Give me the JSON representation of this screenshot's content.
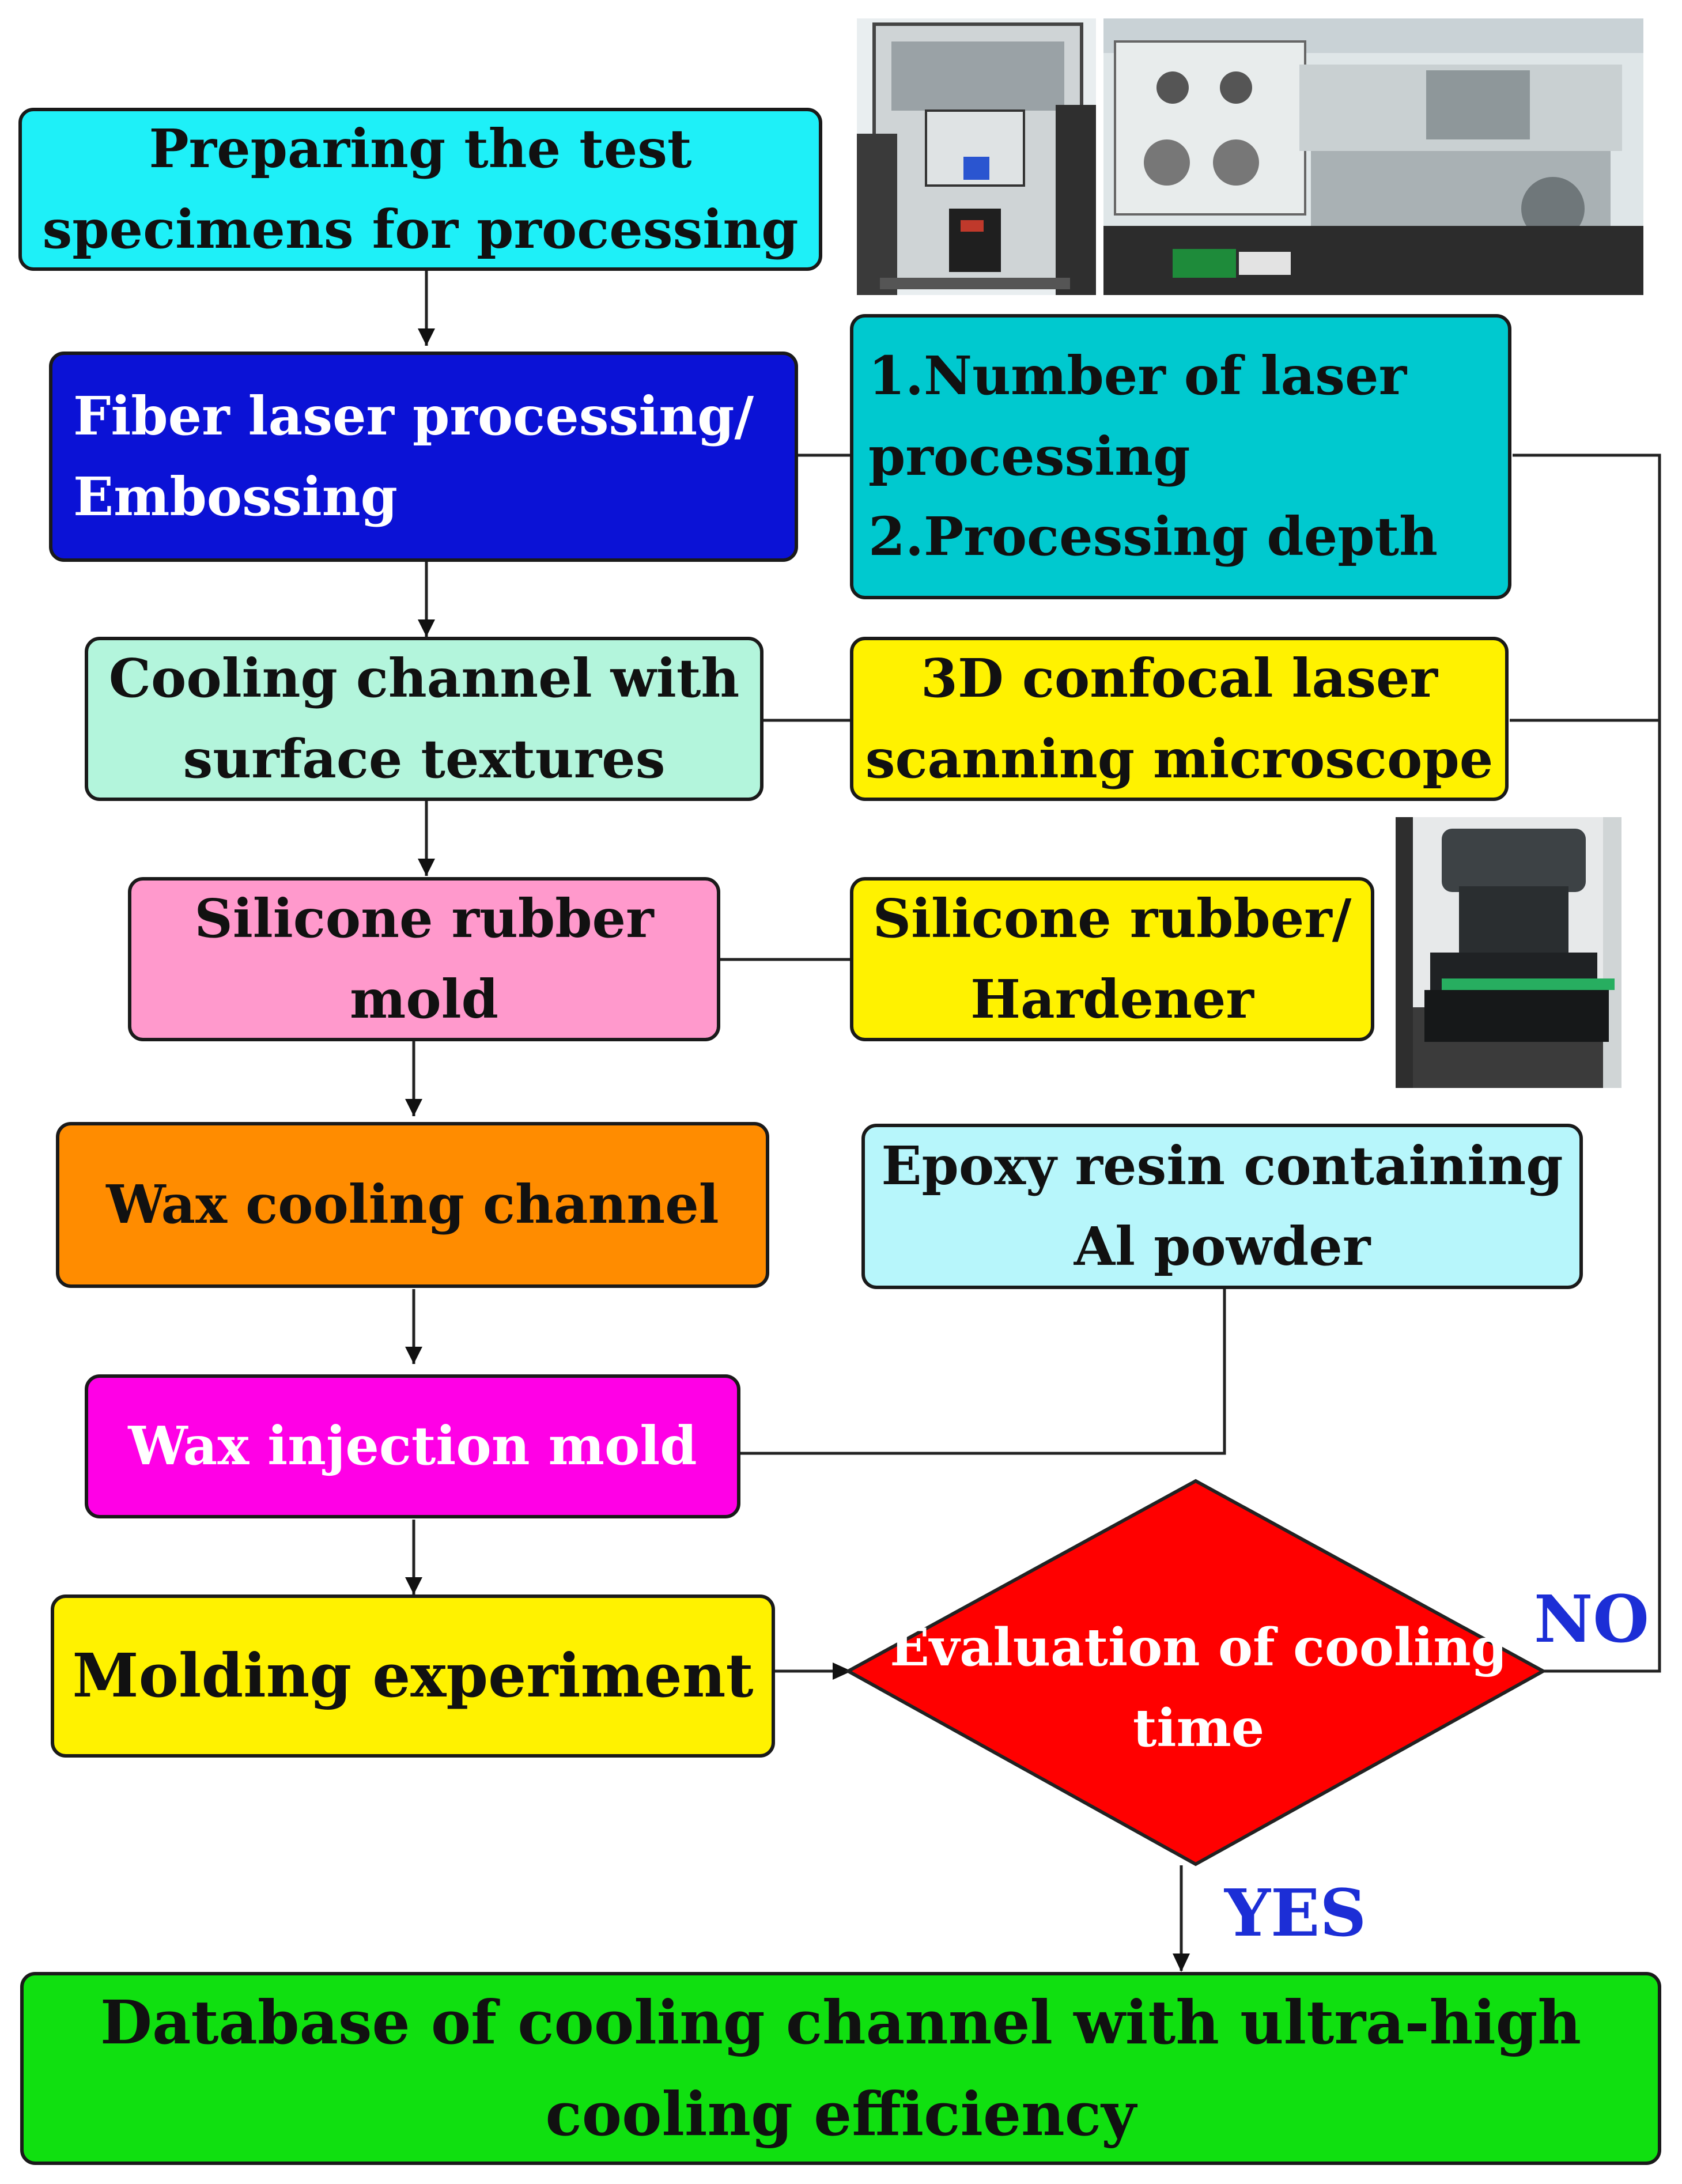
{
  "boxes": {
    "prepare": [
      "Preparing the test",
      "specimens for processing"
    ],
    "laser": [
      "Fiber laser processing/",
      "Embossing"
    ],
    "params": [
      "1.Number of laser",
      "processing",
      "2.Processing depth"
    ],
    "cooling_textures": [
      "Cooling channel with",
      "surface textures"
    ],
    "microscope": [
      "3D confocal laser",
      "scanning microscope"
    ],
    "silicone_mold": [
      "Silicone rubber",
      "mold"
    ],
    "silicone_hardener": [
      "Silicone rubber/",
      "Hardener"
    ],
    "wax_channel": [
      "Wax cooling channel"
    ],
    "epoxy": [
      "Epoxy resin containing",
      "Al powder"
    ],
    "wax_injection": [
      "Wax injection mold"
    ],
    "molding": [
      "Molding experiment"
    ],
    "evaluation": [
      "Evaluation of cooling",
      "time"
    ],
    "database": [
      "Database of cooling channel with ultra-high",
      "cooling efficiency"
    ]
  },
  "decisions": {
    "no": "NO",
    "yes": "YES"
  },
  "photos": {
    "left_machine": "laser-engraving-machine-photo",
    "right_machine": "lathe-machine-photo",
    "microscope": "confocal-microscope-photo"
  },
  "colors": {
    "prepare": "#1ef0f8",
    "laser": "#0b12d6",
    "params": "#00c9cf",
    "cooling_textures": "#b3f5dc",
    "microscope": "#fff200",
    "silicone_mold": "#ff99cc",
    "silicone_hardener": "#fff200",
    "wax_channel": "#ff8c00",
    "epoxy": "#b7f6fb",
    "wax_injection": "#ff00e6",
    "molding": "#fff200",
    "evaluation": "#ff0000",
    "database": "#10e010",
    "decision_text": "#1c2ed6"
  }
}
